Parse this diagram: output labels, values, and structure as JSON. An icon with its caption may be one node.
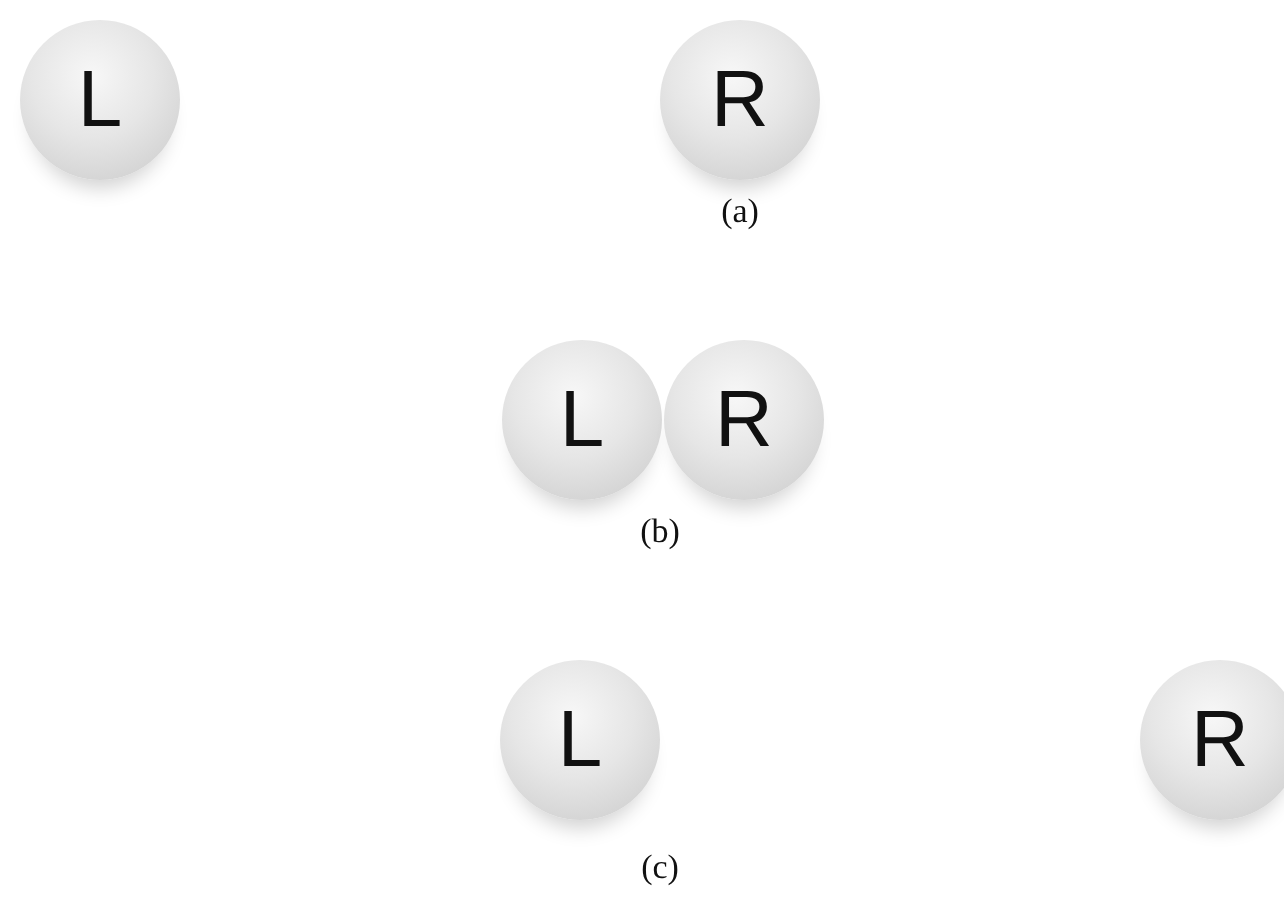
{
  "diagram": {
    "nodes": [
      {
        "text": [
          "L"
        ]
      },
      {
        "text": [
          "R"
        ]
      },
      {
        "text": [
          "L"
        ]
      },
      {
        "text": [
          "R"
        ]
      },
      {
        "text": [
          "L"
        ]
      },
      {
        "text": [
          "R"
        ]
      }
    ],
    "labels": [
      "(a)",
      "(b)",
      "(c)"
    ]
  }
}
